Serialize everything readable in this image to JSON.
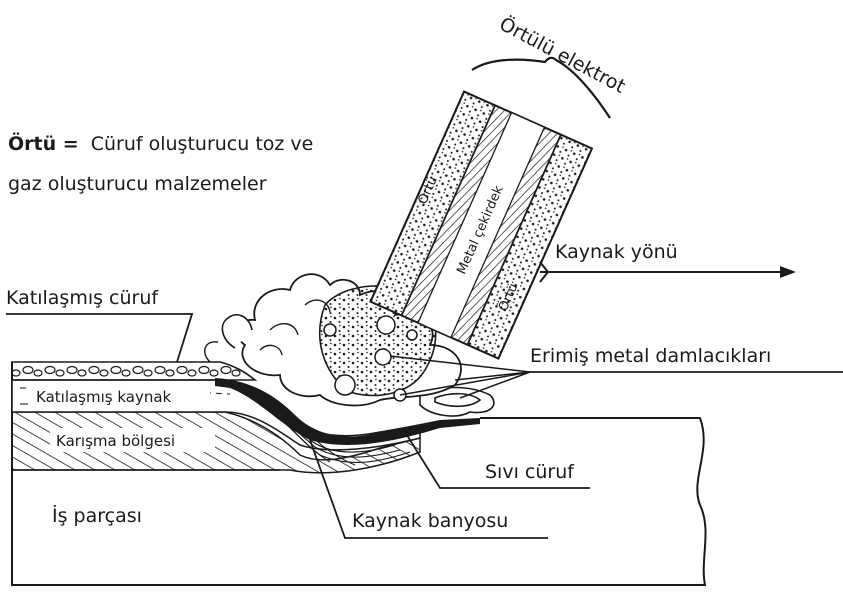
{
  "electrode_title": "Örtülü elektrot",
  "coating_note": {
    "term": "Örtü =",
    "line1_rest": "Cüruf oluşturucu toz ve",
    "line2": "gaz oluşturucu malzemeler"
  },
  "electrode_parts": {
    "coating_left": "Örtü",
    "core": "Metal çekirdek",
    "coating_right": "Örtü"
  },
  "direction_label": "Kaynak yönü",
  "labels": {
    "solidified_slag": "Katılaşmış cüruf",
    "molten_droplets": "Erimiş metal damlacıkları",
    "solidified_weld": "Katılaşmış kaynak",
    "fusion_zone": "Karışma bölgesi",
    "liquid_slag": "Sıvı cüruf",
    "workpiece": "İş parçası",
    "weld_pool": "Kaynak banyosu"
  }
}
